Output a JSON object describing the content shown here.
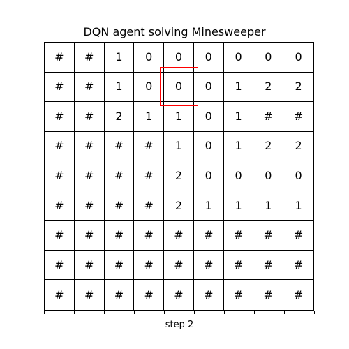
{
  "title": "DQN agent solving Minesweeper",
  "xlabel": "step 2",
  "colors": {
    "grid": "#000000",
    "highlight": "#ff0000",
    "background": "#ffffff"
  },
  "highlight_cell": {
    "row": 1,
    "col": 4
  },
  "board": [
    [
      "#",
      "#",
      "1",
      "0",
      "0",
      "0",
      "0",
      "0",
      "0"
    ],
    [
      "#",
      "#",
      "1",
      "0",
      "0",
      "0",
      "1",
      "2",
      "2"
    ],
    [
      "#",
      "#",
      "2",
      "1",
      "1",
      "0",
      "1",
      "#",
      "#"
    ],
    [
      "#",
      "#",
      "#",
      "#",
      "1",
      "0",
      "1",
      "2",
      "2"
    ],
    [
      "#",
      "#",
      "#",
      "#",
      "2",
      "0",
      "0",
      "0",
      "0"
    ],
    [
      "#",
      "#",
      "#",
      "#",
      "2",
      "1",
      "1",
      "1",
      "1"
    ],
    [
      "#",
      "#",
      "#",
      "#",
      "#",
      "#",
      "#",
      "#",
      "#"
    ],
    [
      "#",
      "#",
      "#",
      "#",
      "#",
      "#",
      "#",
      "#",
      "#"
    ],
    [
      "#",
      "#",
      "#",
      "#",
      "#",
      "#",
      "#",
      "#",
      "#"
    ]
  ]
}
